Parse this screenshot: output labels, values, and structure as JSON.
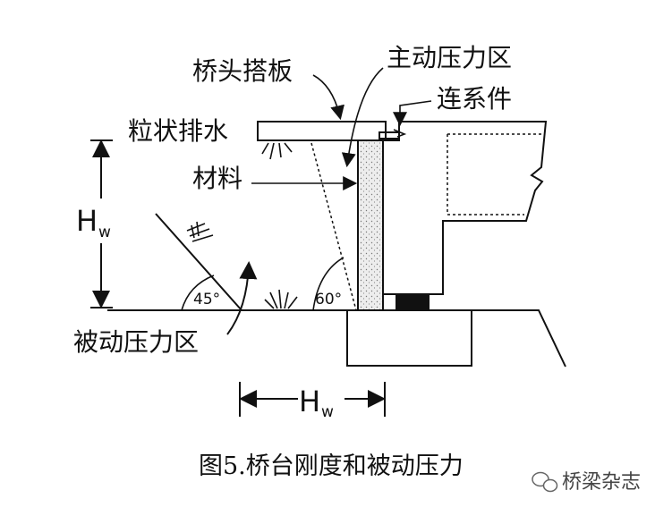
{
  "labels": {
    "approach_slab": "桥头搭板",
    "active_zone": "主动压力区",
    "connector": "连系件",
    "drainage_line1": "粒状排水",
    "drainage_line2": "材料",
    "height_symbol": "H",
    "height_sub": "w",
    "passive_zone": "被动压力区",
    "angle_45": "45°",
    "angle_60": "60°",
    "width_symbol": "H",
    "width_sub": "w"
  },
  "caption": "图5.桥台刚度和被动压力",
  "watermark": "桥梁杂志"
}
